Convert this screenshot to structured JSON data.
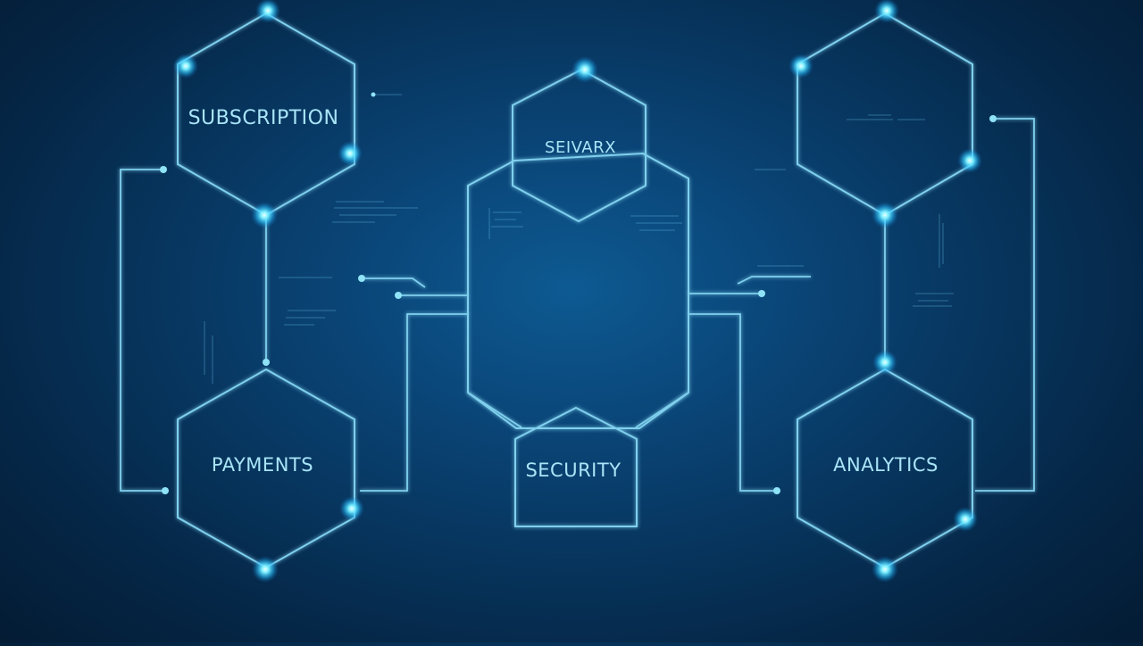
{
  "diagram": {
    "colors": {
      "line": "#7fd0ee",
      "node_glow": "#3ee0ff",
      "label": "#a9e4f7"
    },
    "nodes": {
      "subscription": {
        "label": "SUBSCRIPTION"
      },
      "central": {
        "label": "SEIVARX"
      },
      "security": {
        "label": "SECURITY"
      },
      "payments": {
        "label": "PAYMENTS"
      },
      "analytics": {
        "label": "ANALYTICS"
      },
      "top_right": {
        "label": ""
      }
    }
  }
}
